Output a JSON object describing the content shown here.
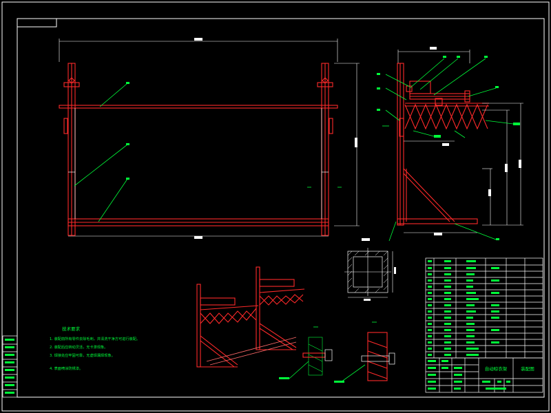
{
  "drawing": {
    "title_block": {
      "name": "自动晾衣架",
      "drawing_type": "装配图"
    },
    "notes": {
      "heading": "技术要求",
      "lines": [
        "1. 装配前所有零件去除毛刺，并清洗干净方可进行装配。",
        "2. 装配后应转动灵活，无卡滞现象。",
        "3. 焊接处应牢固可靠，无虚焊漏焊现象。",
        "4. 表面喷涂防锈漆。"
      ]
    },
    "colors": {
      "background": "#000000",
      "frame": "#ffffff",
      "part_lines": "#ff2a2a",
      "leader_lines": "#00ff3a",
      "dimension_lines": "#ffffff"
    }
  }
}
